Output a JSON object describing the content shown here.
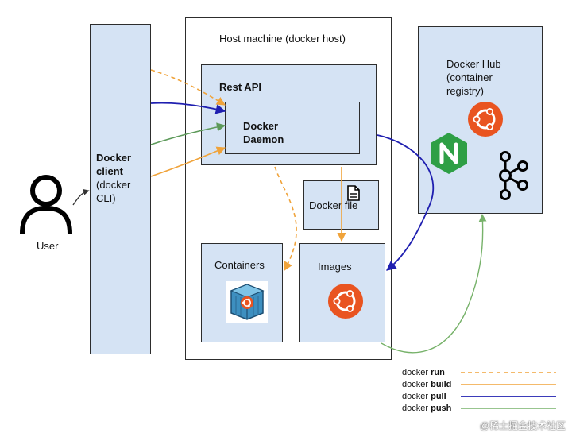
{
  "user": {
    "label": "User"
  },
  "client": {
    "title": "Docker client",
    "subtitle": "(docker CLI)"
  },
  "host": {
    "title": "Host machine (docker host)"
  },
  "rest_api": {
    "label": "Rest API"
  },
  "daemon": {
    "label": "Docker Daemon"
  },
  "dockerfile": {
    "label": "Docker file"
  },
  "containers": {
    "label": "Containers"
  },
  "images": {
    "label": "Images"
  },
  "hub": {
    "label": "Docker Hub (container registry)"
  },
  "legend": [
    {
      "cmd": "docker",
      "action": "run",
      "color": "#f0a33a",
      "style": "dashed"
    },
    {
      "cmd": "docker",
      "action": "build",
      "color": "#f0a33a",
      "style": "solid"
    },
    {
      "cmd": "docker",
      "action": "pull",
      "color": "#1f1fb0",
      "style": "solid"
    },
    {
      "cmd": "docker",
      "action": "push",
      "color": "#77b26a",
      "style": "solid"
    }
  ],
  "colors": {
    "run": "#f0a33a",
    "build": "#f0a33a",
    "pull": "#1f1fb0",
    "push": "#77b26a",
    "green_arrow": "#5d9a5a",
    "box_fill": "#d5e3f4",
    "ubuntu": "#e95420",
    "nginx": "#2e9f45"
  },
  "icons": [
    "user-icon",
    "document-icon",
    "ubuntu-icon",
    "nginx-icon",
    "kafka-icon",
    "container-icon"
  ],
  "watermark": "@稀土掘金技术社区"
}
